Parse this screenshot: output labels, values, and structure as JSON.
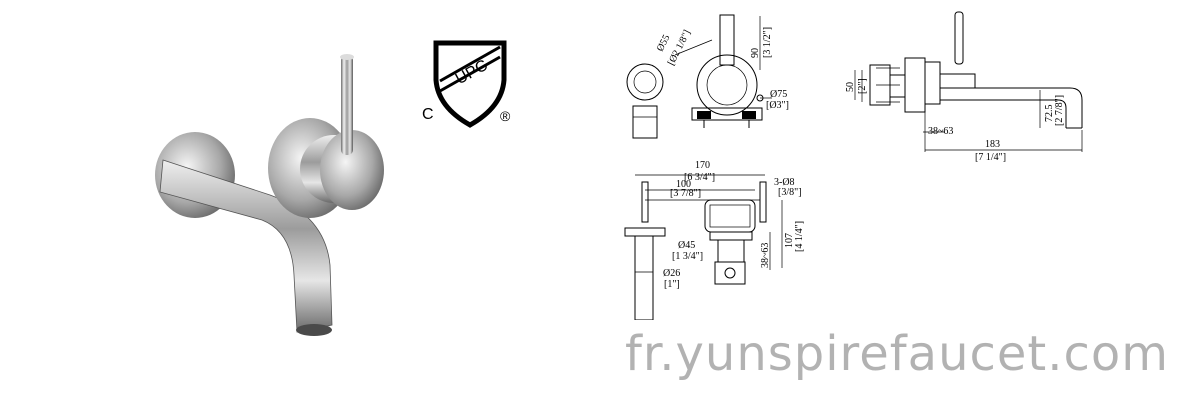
{
  "certification": {
    "top_letters": "UPC",
    "left_letter": "C",
    "registered_mark": "®"
  },
  "dimensions": {
    "front_view": {
      "d55": "Ø55",
      "d55_in": "[Ø2 1/8\"]",
      "h90": "90",
      "h90_in": "[3 1/2\"]",
      "d75": "Ø75",
      "d75_in": "[Ø3\"]"
    },
    "side_view": {
      "h50": "50",
      "h50_in": "[2\"]",
      "h72": "72.5",
      "h72_in": "[2 7/8\"]",
      "range": "38~63",
      "len183": "183",
      "len183_in": "[7 1/4\"]"
    },
    "plan_view": {
      "w170": "170",
      "w170_in": "[6 3/4\"]",
      "w100": "100",
      "w100_in": "[3 7/8\"]",
      "holes": "3-Ø8",
      "holes_in": "[3/8\"]",
      "d45": "Ø45",
      "d45_in": "[1 3/4\"]",
      "range": "38~63",
      "d107": "107",
      "d107_in": "[4 1/4\"]",
      "d26": "Ø26",
      "d26_in": "[1\"]"
    }
  },
  "watermark": "fr.yunspirefaucet.com"
}
